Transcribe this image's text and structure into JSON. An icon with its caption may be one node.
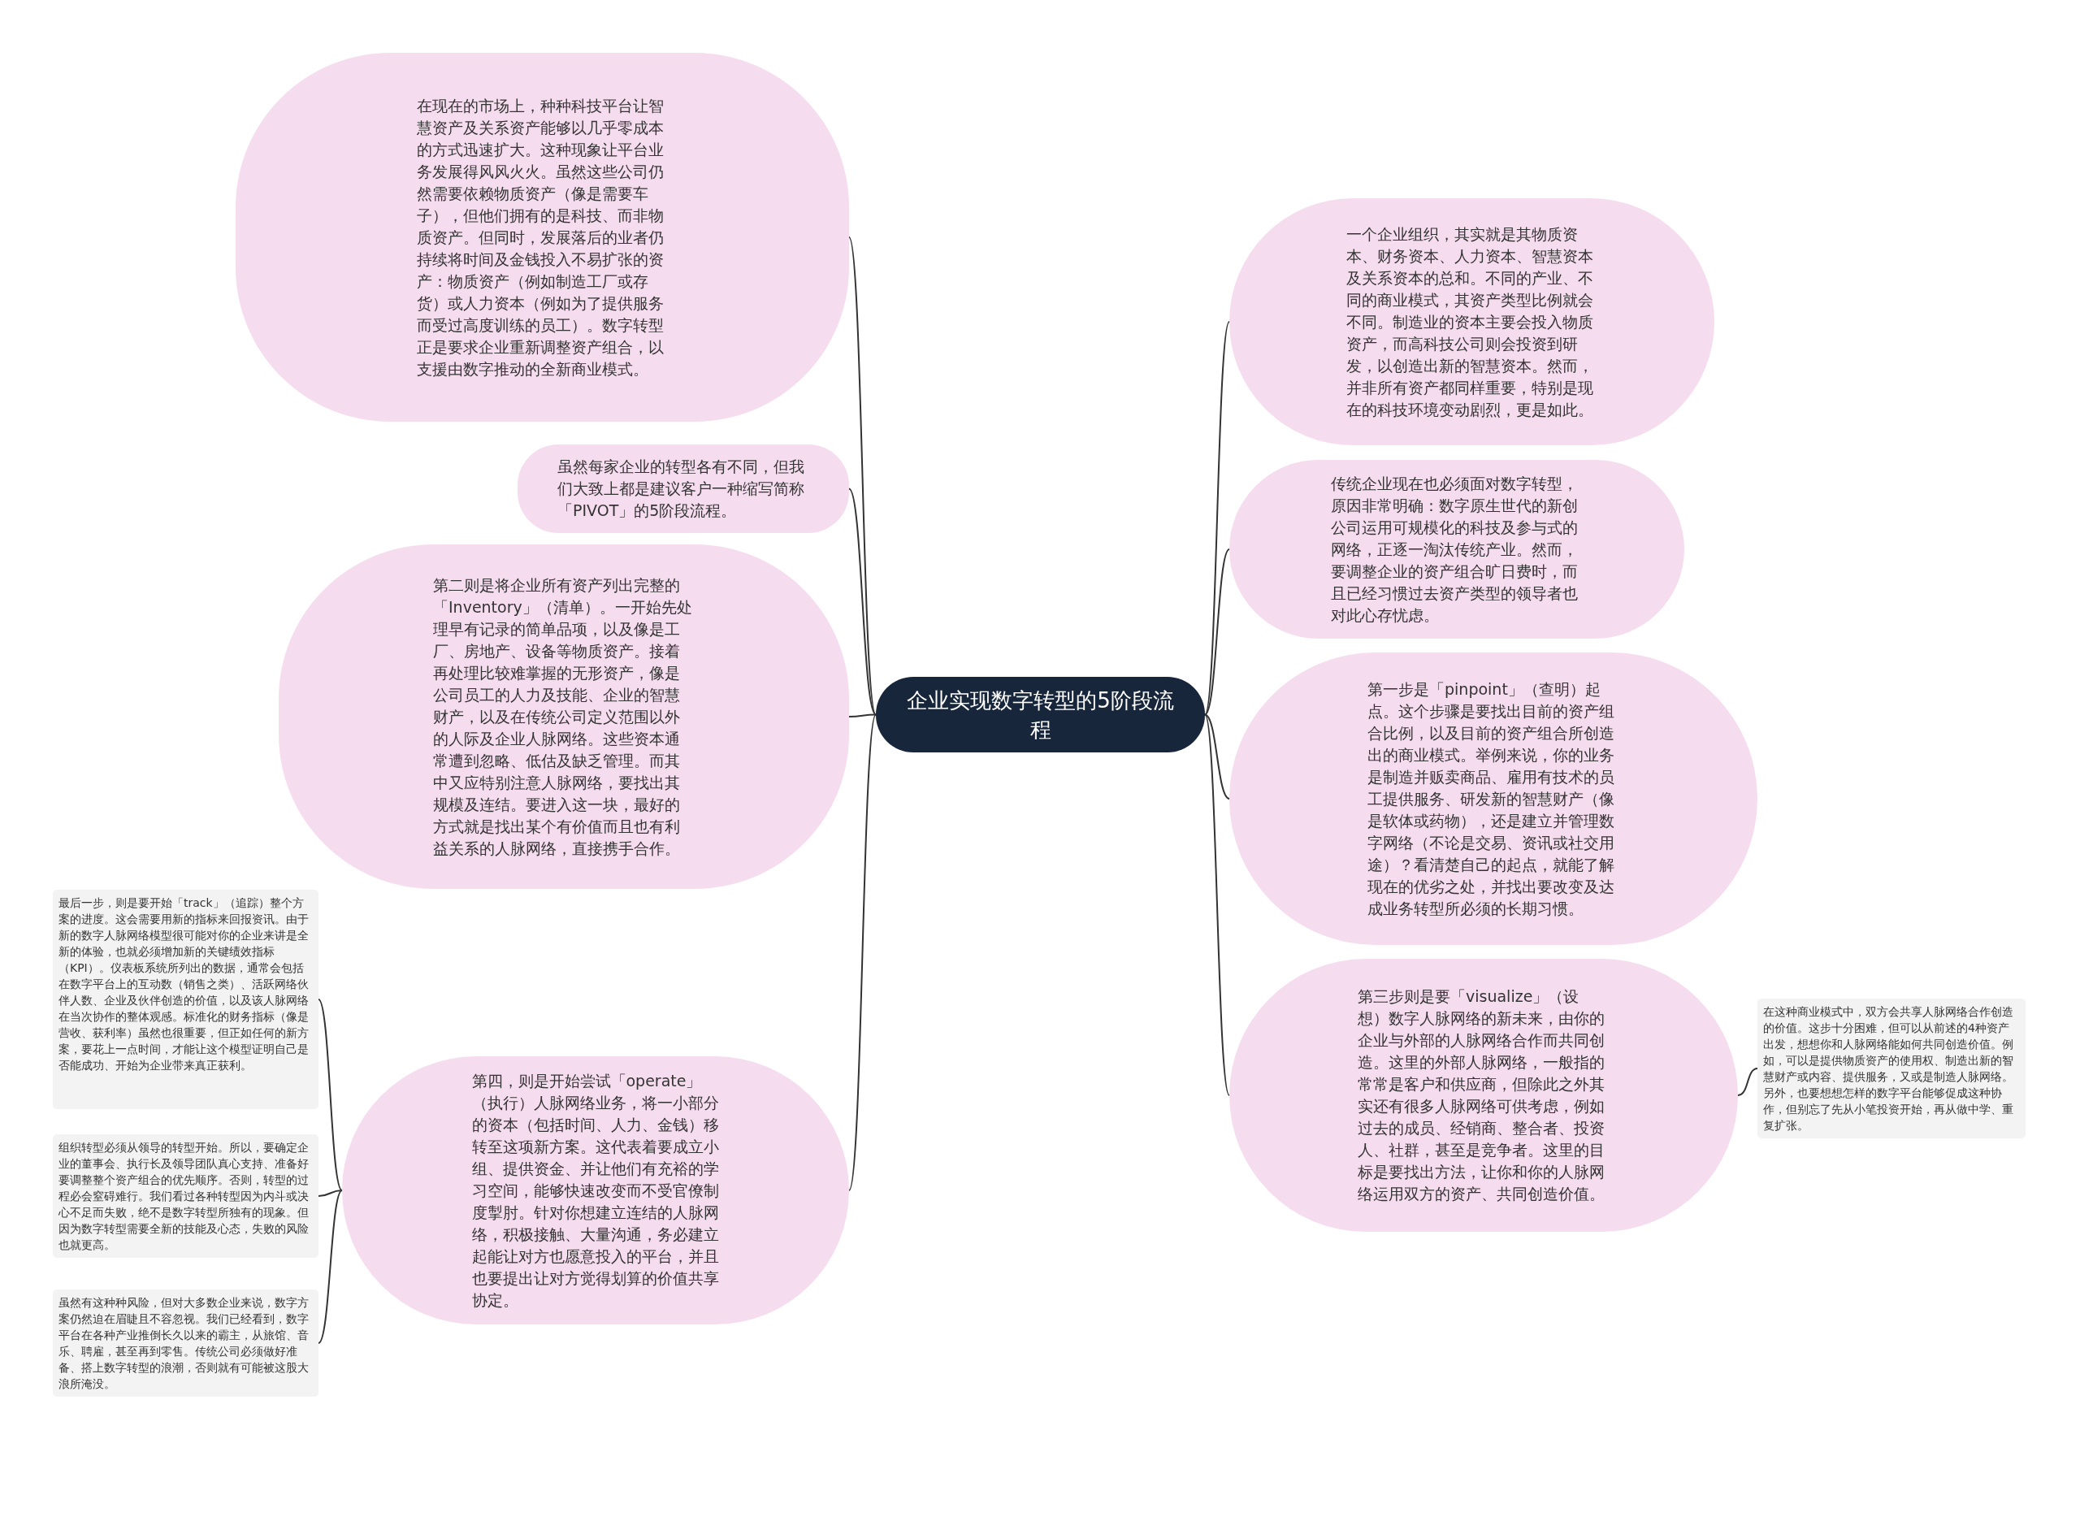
{
  "diagram": {
    "nodes": [
      {
        "text": [
          "企业实现数字转型的5阶段流程"
        ]
      },
      {
        "text": [
          "在现在的市场上，种种科技平台让智慧资产及关系资产能够以几乎零成本的方式迅速扩大。这种现象让平台业务发展得风风火火。虽然这些公司仍然需要依赖物质资产（像是需要车子），但他们拥有的是科技、而非物质资产。但同时，发展落后的业者仍持续将时间及金钱投入不易扩张的资产：物质资产（例如制造工厂或存货）或人力资本（例如为了提供服务而受过高度训练的员工）。数字转型正是要求企业重新调整资产组合，以支援由数字推动的全新商业模式。"
        ]
      },
      {
        "text": [
          "虽然每家企业的转型各有不同，但我们大致上都是建议客户一种缩写简称「PIVOT」的5阶段流程。"
        ]
      },
      {
        "text": [
          "第二则是将企业所有资产列出完整的「Inventory」（清单）。一开始先处理早有记录的简单品项，以及像是工厂、房地产、设备等物质资产。接着再处理比较难掌握的无形资产，像是公司员工的人力及技能、企业的智慧财产，以及在传统公司定义范围以外的人际及企业人脉网络。这些资本通常遭到忽略、低估及缺乏管理。而其中又应特别注意人脉网络，要找出其规模及连结。要进入这一块，最好的方式就是找出某个有价值而且也有利益关系的人脉网络，直接携手合作。"
        ]
      },
      {
        "text": [
          "第四，则是开始尝试「operate」（执行）人脉网络业务，将一小部分的资本（包括时间、人力、金钱）移转至这项新方案。这代表着要成立小组、提供资金、并让他们有充裕的学习空间，能够快速改变而不受官僚制度掣肘。针对你想建立连结的人脉网络，积极接触、大量沟通，务必建立起能让对方也愿意投入的平台，并且也要提出让对方觉得划算的价值共享协定。"
        ]
      },
      {
        "text": [
          "最后一步，则是要开始「track」（追踪）整个方案的进度。这会需要用新的指标来回报资讯。由于新的数字人脉网络模型很可能对你的企业来讲是全新的体验，也就必须增加新的关键绩效指标（KPI）。仪表板系统所列出的数据，通常会包括在数字平台上的互动数（销售之类）、活跃网络伙伴人数、企业及伙伴创造的价值，以及该人脉网络在当次协作的整体观感。标准化的财务指标（像是营收、获利率）虽然也很重要，但正如任何的新方案，要花上一点时间，才能让这个模型证明自己是否能成功、开始为企业带来真正获利。"
        ]
      },
      {
        "text": [
          "组织转型必须从领导的转型开始。所以，要确定企业的董事会、执行长及领导团队真心支持、准备好要调整整个资产组合的优先顺序。否则，转型的过程必会窒碍难行。我们看过各种转型因为内斗或决心不足而失败，绝不是数字转型所独有的现象。但因为数字转型需要全新的技能及心态，失败的风险也就更高。"
        ]
      },
      {
        "text": [
          "虽然有这种种风险，但对大多数企业来说，数字方案仍然迫在眉睫且不容忽视。我们已经看到，数字平台在各种产业推倒长久以来的霸主，从旅馆、音乐、聘雇，甚至再到零售。传统公司必须做好准备、搭上数字转型的浪潮，否则就有可能被这股大浪所淹没。"
        ]
      },
      {
        "text": [
          "一个企业组织，其实就是其物质资本、财务资本、人力资本、智慧资本及关系资本的总和。不同的产业、不同的商业模式，其资产类型比例就会不同。制造业的资本主要会投入物质资产，而高科技公司则会投资到研发，以创造出新的智慧资本。然而，并非所有资产都同样重要，特别是现在的科技环境变动剧烈，更是如此。"
        ]
      },
      {
        "text": [
          "传统企业现在也必须面对数字转型，原因非常明确：数字原生世代的新创公司运用可规模化的科技及参与式的网络，正逐一淘汰传统产业。然而，要调整企业的资产组合旷日费时，而且已经习惯过去资产类型的领导者也对此心存忧虑。"
        ]
      },
      {
        "text": [
          "第一步是「pinpoint」（查明）起点。这个步骤是要找出目前的资产组合比例，以及目前的资产组合所创造出的商业模式。举例来说，你的业务是制造并贩卖商品、雇用有技术的员工提供服务、研发新的智慧财产（像是软体或药物），还是建立并管理数字网络（不论是交易、资讯或社交用途）？看清楚自己的起点，就能了解现在的优劣之处，并找出要改变及达成业务转型所必须的长期习惯。"
        ]
      },
      {
        "text": [
          "第三步则是要「visualize」（设想）数字人脉网络的新未来，由你的企业与外部的人脉网络合作而共同创造。这里的外部人脉网络，一般指的常常是客户和供应商，但除此之外其实还有很多人脉网络可供考虑，例如过去的成员、经销商、整合者、投资人、社群，甚至是竞争者。这里的目标是要找出方法，让你和你的人脉网络运用双方的资产、共同创造价值。"
        ]
      },
      {
        "text": [
          "在这种商业模式中，双方会共享人脉网络合作创造的价值。这步十分困难，但可以从前述的4种资产出发，想想你和人脉网络能如何共同创造价值。例如，可以是提供物质资产的使用权、制造出新的智慧财产或内容、提供服务，又或是制造人脉网络。另外，也要想想怎样的数字平台能够促成这种协作，但别忘了先从小笔投资开始，再从做中学、重复扩张。"
        ]
      }
    ],
    "edges": [
      {
        "from": 0,
        "to": 1,
        "arrow": "none"
      },
      {
        "from": 0,
        "to": 2,
        "arrow": "none"
      },
      {
        "from": 0,
        "to": 3,
        "arrow": "none"
      },
      {
        "from": 0,
        "to": 4,
        "arrow": "none"
      },
      {
        "from": 4,
        "to": 5,
        "arrow": "none"
      },
      {
        "from": 4,
        "to": 6,
        "arrow": "none"
      },
      {
        "from": 4,
        "to": 7,
        "arrow": "none"
      },
      {
        "from": 0,
        "to": 8,
        "arrow": "none"
      },
      {
        "from": 0,
        "to": 9,
        "arrow": "none"
      },
      {
        "from": 0,
        "to": 10,
        "arrow": "none"
      },
      {
        "from": 0,
        "to": 11,
        "arrow": "none"
      },
      {
        "from": 11,
        "to": 12,
        "arrow": "none"
      }
    ]
  }
}
